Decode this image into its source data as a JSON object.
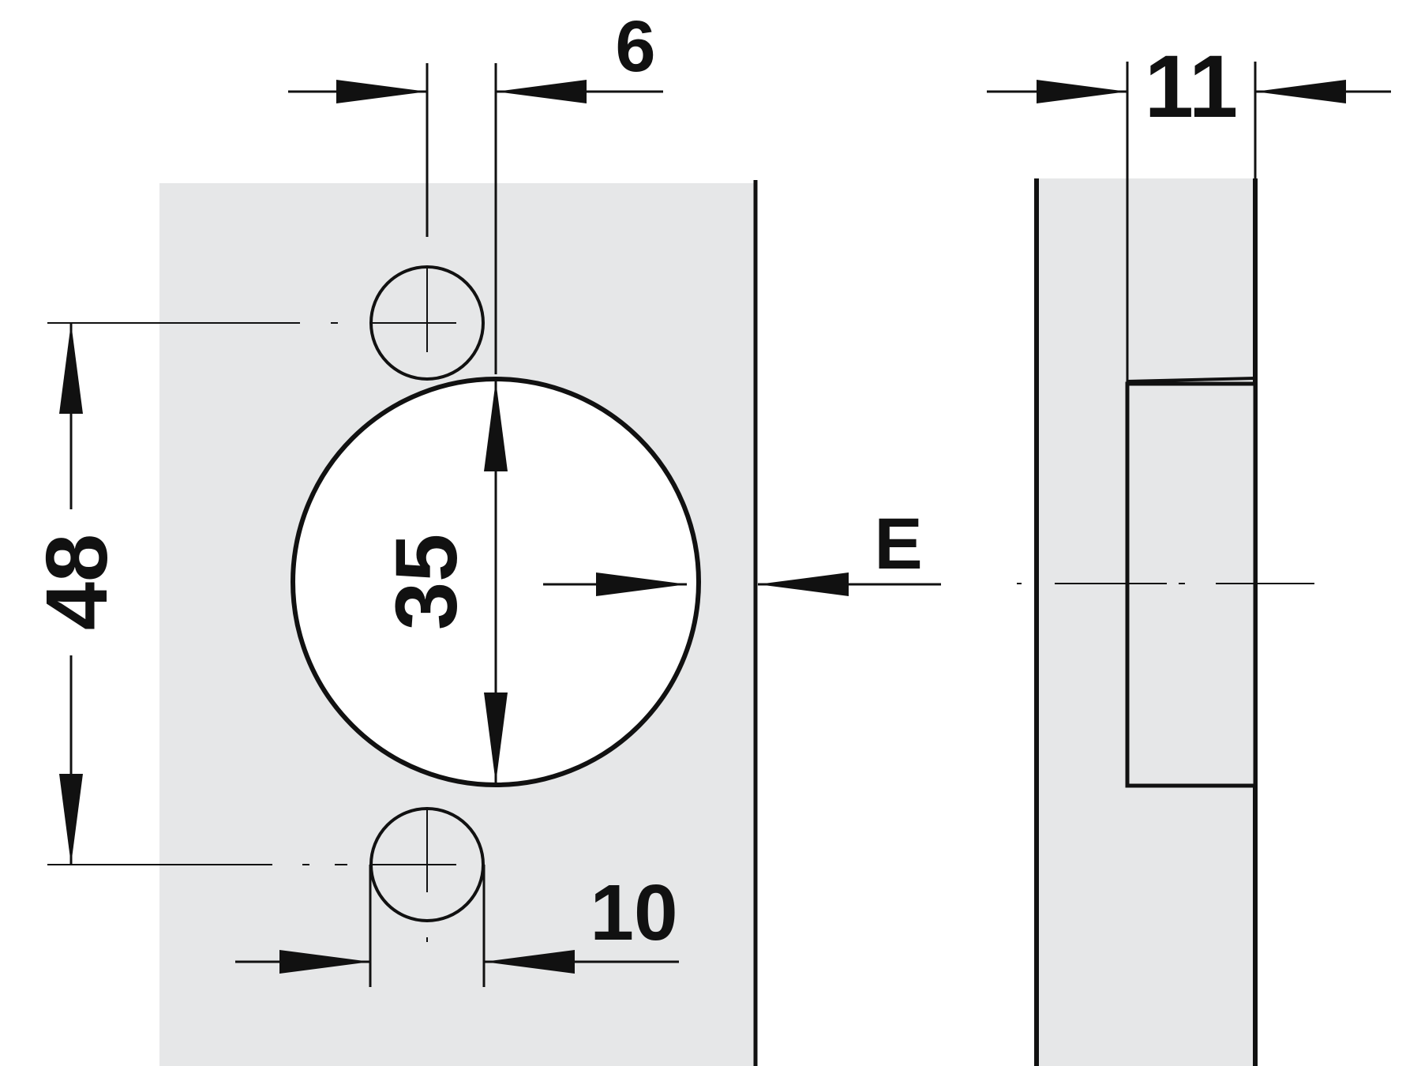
{
  "colors": {
    "background": "#ffffff",
    "panel": "#e6e7e8",
    "line": "#111111",
    "hole_fill": "#e6e7e8"
  },
  "dimensions": {
    "screw_hole_offset": "6",
    "cup_diameter": "35",
    "screw_hole_spacing": "48",
    "screw_hole_diameter": "10",
    "edge_distance": "E",
    "cup_depth": "11"
  }
}
